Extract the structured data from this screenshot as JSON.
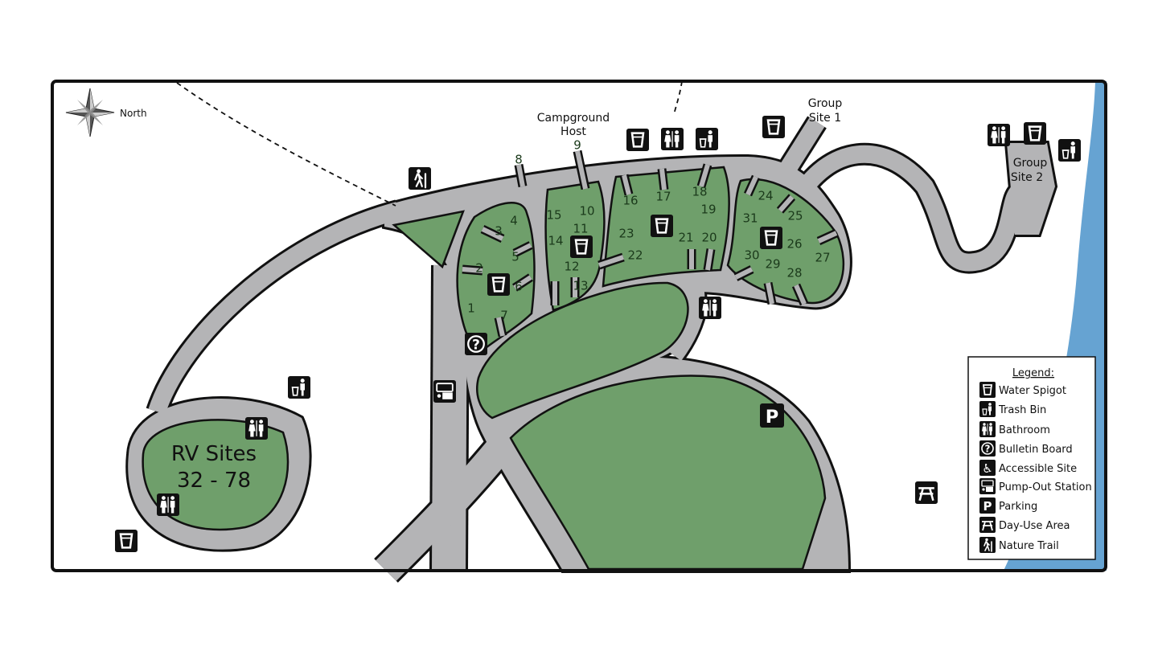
{
  "colors": {
    "grass": "#6f9f6b",
    "road": "#b4b4b6",
    "water": "#66a3d2",
    "outline": "#111111",
    "background": "#ffffff"
  },
  "compass": {
    "label": "North",
    "icon": "compass-rose-icon"
  },
  "labels": {
    "campground_host": [
      "Campground",
      "Host"
    ],
    "group_site_1": [
      "Group",
      "Site 1"
    ],
    "group_site_2": [
      "Group",
      "Site 2"
    ],
    "rv_sites": [
      "RV Sites",
      "32 - 78"
    ]
  },
  "sites": [
    "1",
    "2",
    "3",
    "4",
    "5",
    "6",
    "7",
    "8",
    "9",
    "10",
    "11",
    "12",
    "13",
    "14",
    "15",
    "16",
    "17",
    "18",
    "19",
    "20",
    "21",
    "22",
    "23",
    "24",
    "25",
    "26",
    "27",
    "28",
    "29",
    "30",
    "31"
  ],
  "legend": {
    "title": "Legend:",
    "items": [
      {
        "icon": "water",
        "label": "Water Spigot"
      },
      {
        "icon": "trash",
        "label": "Trash Bin"
      },
      {
        "icon": "bathroom",
        "label": "Bathroom"
      },
      {
        "icon": "bulletin",
        "label": "Bulletin Board"
      },
      {
        "icon": "accessible",
        "label": "Accessible Site"
      },
      {
        "icon": "pump",
        "label": "Pump-Out Station"
      },
      {
        "icon": "parking",
        "label": "Parking"
      },
      {
        "icon": "dayuse",
        "label": "Day-Use Area"
      },
      {
        "icon": "trail",
        "label": "Nature Trail"
      }
    ]
  }
}
